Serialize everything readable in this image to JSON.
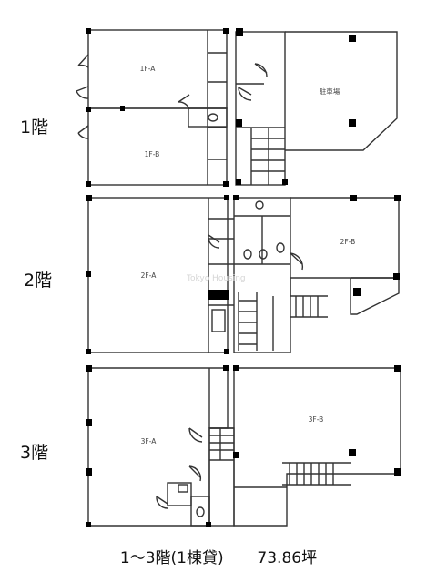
{
  "floors": [
    {
      "label": "1階"
    },
    {
      "label": "2階"
    },
    {
      "label": "3階"
    }
  ],
  "rooms": {
    "r1fa": "1F-A",
    "r1fb": "1F-B",
    "parking": "駐車場",
    "r2fa": "2F-A",
    "r2fb": "2F-B",
    "r3fa": "3F-A",
    "r3fb": "3F-B"
  },
  "watermark": "Tokyo Housing",
  "caption": {
    "floors_text": "1～3階(1棟貸)",
    "area": "73.86坪"
  },
  "colors": {
    "wall": "#000000",
    "line": "#333333",
    "text": "#111111"
  }
}
